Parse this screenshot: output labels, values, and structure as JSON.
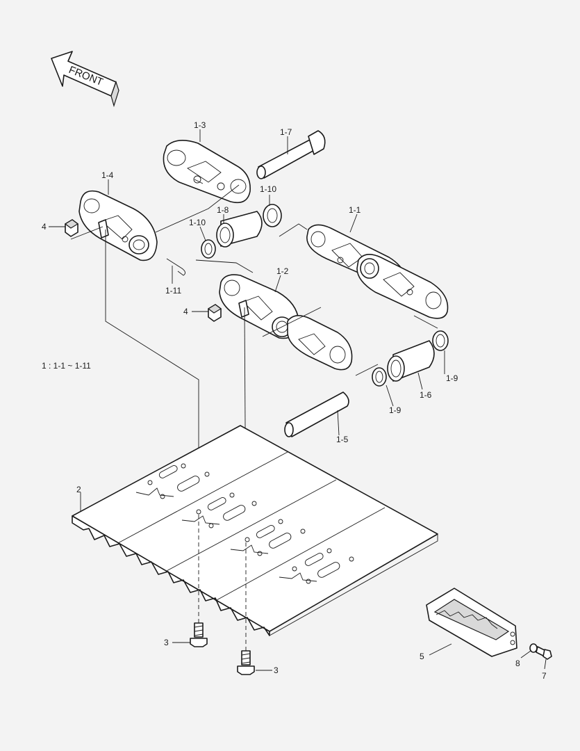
{
  "front_label": "FRONT",
  "assembly_note": "1 : 1-1 ~ 1-11",
  "callouts": {
    "c1_1": "1-1",
    "c1_2": "1-2",
    "c1_3": "1-3",
    "c1_4": "1-4",
    "c1_5": "1-5",
    "c1_6": "1-6",
    "c1_7": "1-7",
    "c1_8": "1-8",
    "c1_9a": "1-9",
    "c1_9b": "1-9",
    "c1_10a": "1-10",
    "c1_10b": "1-10",
    "c1_11": "1-11",
    "c2": "2",
    "c3a": "3",
    "c3b": "3",
    "c4a": "4",
    "c4b": "4",
    "c5": "5",
    "c7": "7",
    "c8": "8"
  }
}
